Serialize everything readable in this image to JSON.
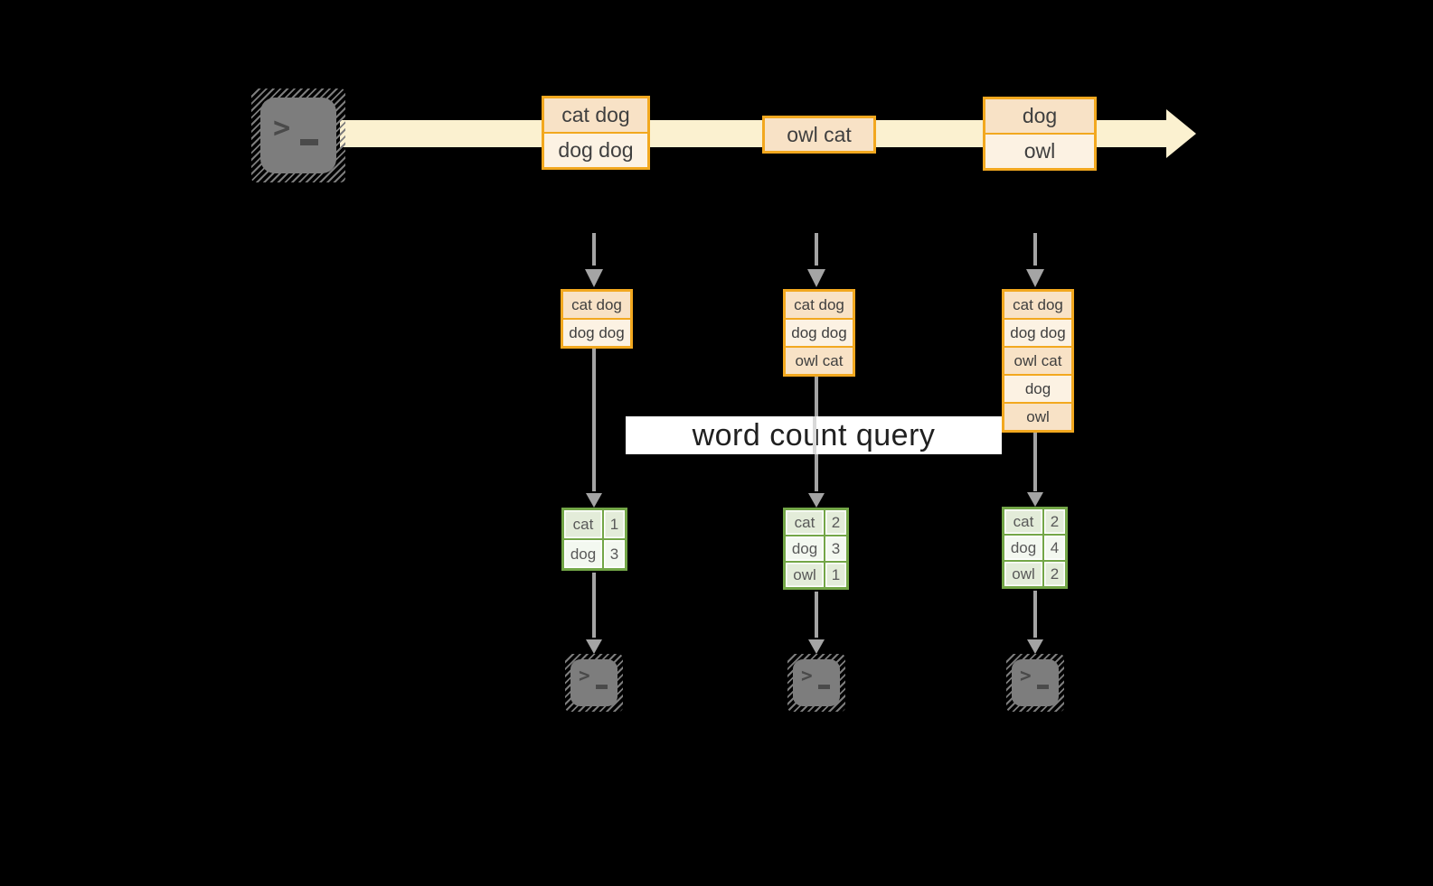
{
  "banner": {
    "label": "word count query"
  },
  "glyphs": {
    "terminal_prompt": ">"
  },
  "stream": {
    "messages": [
      {
        "rows": [
          "cat dog",
          "dog dog"
        ]
      },
      {
        "rows": [
          "owl cat"
        ]
      },
      {
        "rows": [
          "dog",
          "owl"
        ]
      }
    ]
  },
  "workers": [
    {
      "input": [
        "cat dog",
        "dog dog"
      ],
      "counts": [
        {
          "word": "cat",
          "value": "1"
        },
        {
          "word": "dog",
          "value": "3"
        }
      ]
    },
    {
      "input": [
        "cat dog",
        "dog dog",
        "owl cat"
      ],
      "counts": [
        {
          "word": "cat",
          "value": "2"
        },
        {
          "word": "dog",
          "value": "3"
        },
        {
          "word": "owl",
          "value": "1"
        }
      ]
    },
    {
      "input": [
        "cat dog",
        "dog dog",
        "owl cat",
        "dog",
        "owl"
      ],
      "counts": [
        {
          "word": "cat",
          "value": "2"
        },
        {
          "word": "dog",
          "value": "4"
        },
        {
          "word": "owl",
          "value": "2"
        }
      ]
    }
  ],
  "colors": {
    "background": "#000000",
    "stream_band": "#fbf1d0",
    "message_border": "#f2a81f",
    "message_fill_dark": "#f8e2c6",
    "message_fill_light": "#fcf2e3",
    "count_table_border": "#73a647",
    "count_fill_dark": "#e3ecd9",
    "count_fill_light": "#f3f8f0",
    "connector_gray": "#a4a4a4",
    "terminal_gray": "#7d7d7d",
    "banner_background": "#ffffff"
  }
}
